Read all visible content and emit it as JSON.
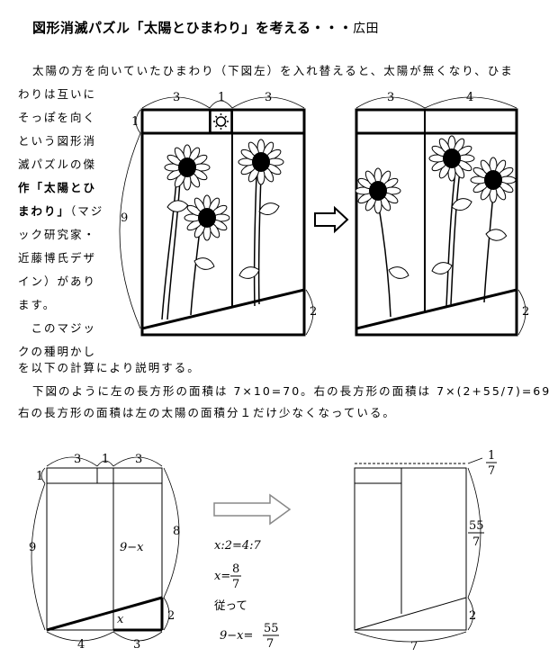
{
  "title": "図形消滅パズル「太陽とひまわり」を考える・・・",
  "author": "広田",
  "intro_line1": "太陽の方を向いていたひまわり（下図左）を入れ替えると、太陽が無くなり、ひま",
  "side_lines": [
    "わりは互いに",
    "そっぽを向く",
    "という図形消",
    "滅パズルの傑"
  ],
  "side_bold1": "作「太陽とひ",
  "side_bold2": "まわり」",
  "side_after_bold2": "（マジ",
  "side_lines2": [
    "ック研究家・",
    "近藤博氏デザ",
    "イン）があり",
    "ます。",
    "　このマジッ",
    "クの種明かし"
  ],
  "after_line1": "を以下の計算により説明する。",
  "after_line2": "下図のように左の長方形の面積は 7×10=70。右の長方形の面積は 7×(2+55/7)=69",
  "after_line3": "右の長方形の面積は左の太陽の面積分１だけ少なくなっている。",
  "top_labels": {
    "a": "3",
    "b": "1",
    "c": "3",
    "d": "4",
    "e": "9",
    "f": "1",
    "g": "2"
  },
  "bottom_left": {
    "top3a": "3",
    "top1": "1",
    "top3b": "3",
    "left1": "1",
    "left9": "9",
    "mid": "9−x",
    "right8": "8",
    "right2": "2",
    "x": "x",
    "b4": "4",
    "b3": "3"
  },
  "equations": {
    "eq1": "x:2=4:7",
    "eq2_lhs": "x=",
    "eq2_num": "8",
    "eq2_den": "7",
    "eq3": "従って",
    "eq4_lhs": "9−x=",
    "eq4_num": "55",
    "eq4_den": "7"
  },
  "bottom_right": {
    "top_num": "1",
    "top_den": "7",
    "mid_num": "55",
    "mid_den": "7",
    "r2": "2",
    "b7": "7"
  }
}
